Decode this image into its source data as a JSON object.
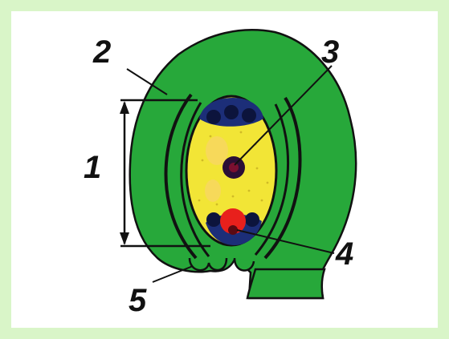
{
  "labels": {
    "one": "1",
    "two": "2",
    "three": "3",
    "four": "4",
    "five": "5"
  },
  "colors": {
    "background": "#d9f5c8",
    "panel": "#ffffff",
    "integument": "#27a83a",
    "embryo_sac": "#f2e536",
    "nucleus": "#2a0f36",
    "egg_cell": "#e8201c",
    "antipodal": "#1c2e78",
    "outline": "#111111"
  }
}
